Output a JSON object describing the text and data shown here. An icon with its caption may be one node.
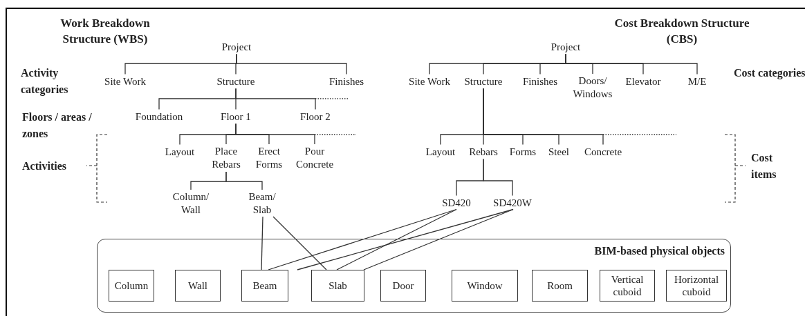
{
  "diagram": {
    "nodes": [
      {
        "text": [
          "Project"
        ]
      },
      {
        "text": [
          "Site Work"
        ]
      },
      {
        "text": [
          "Structure"
        ]
      },
      {
        "text": [
          "Finishes"
        ]
      },
      {
        "text": [
          "Foundation"
        ]
      },
      {
        "text": [
          "Floor 1"
        ]
      },
      {
        "text": [
          "Floor 2"
        ]
      },
      {
        "text": [
          "Layout"
        ]
      },
      {
        "text": [
          "Place Rebars"
        ]
      },
      {
        "text": [
          "Erect Forms"
        ]
      },
      {
        "text": [
          "Pour Concrete"
        ]
      },
      {
        "text": [
          "Column/ Wall"
        ]
      },
      {
        "text": [
          "Beam/ Slab"
        ]
      },
      {
        "text": [
          "Project"
        ]
      },
      {
        "text": [
          "Site Work"
        ]
      },
      {
        "text": [
          "Structure"
        ]
      },
      {
        "text": [
          "Finishes"
        ]
      },
      {
        "text": [
          "Doors/ Windows"
        ]
      },
      {
        "text": [
          "Elevator"
        ]
      },
      {
        "text": [
          "M/E"
        ]
      },
      {
        "text": [
          "Layout"
        ]
      },
      {
        "text": [
          "Rebars"
        ]
      },
      {
        "text": [
          "Forms"
        ]
      },
      {
        "text": [
          "Steel"
        ]
      },
      {
        "text": [
          "Concrete"
        ]
      },
      {
        "text": [
          "SD420"
        ]
      },
      {
        "text": [
          "SD420W"
        ]
      },
      {
        "text": [
          "BIM-based physical objects"
        ]
      },
      {
        "text": [
          "Column"
        ],
        "in": 27
      },
      {
        "text": [
          "Wall"
        ],
        "in": 27
      },
      {
        "text": [
          "Beam"
        ],
        "in": 27
      },
      {
        "text": [
          "Slab"
        ],
        "in": 27
      },
      {
        "text": [
          "Door"
        ],
        "in": 27
      },
      {
        "text": [
          "Window"
        ],
        "in": 27
      },
      {
        "text": [
          "Room"
        ],
        "in": 27
      },
      {
        "text": [
          "Vertical cuboid"
        ],
        "in": 27
      },
      {
        "text": [
          "Horizontal cuboid"
        ],
        "in": 27
      }
    ],
    "edges": [
      {
        "from": 0,
        "to": 1,
        "arrow": "none"
      },
      {
        "from": 0,
        "to": 2,
        "arrow": "none"
      },
      {
        "from": 0,
        "to": 3,
        "arrow": "none"
      },
      {
        "from": 2,
        "to": 4,
        "arrow": "none"
      },
      {
        "from": 2,
        "to": 5,
        "arrow": "none"
      },
      {
        "from": 2,
        "to": 6,
        "arrow": "none"
      },
      {
        "from": 5,
        "to": 7,
        "arrow": "none"
      },
      {
        "from": 5,
        "to": 8,
        "arrow": "none"
      },
      {
        "from": 5,
        "to": 9,
        "arrow": "none"
      },
      {
        "from": 5,
        "to": 10,
        "arrow": "none"
      },
      {
        "from": 8,
        "to": 11,
        "arrow": "none"
      },
      {
        "from": 8,
        "to": 12,
        "arrow": "none"
      },
      {
        "from": 13,
        "to": 14,
        "arrow": "none"
      },
      {
        "from": 13,
        "to": 15,
        "arrow": "none"
      },
      {
        "from": 13,
        "to": 16,
        "arrow": "none"
      },
      {
        "from": 13,
        "to": 17,
        "arrow": "none"
      },
      {
        "from": 13,
        "to": 18,
        "arrow": "none"
      },
      {
        "from": 13,
        "to": 19,
        "arrow": "none"
      },
      {
        "from": 15,
        "to": 20,
        "arrow": "none"
      },
      {
        "from": 15,
        "to": 21,
        "arrow": "none"
      },
      {
        "from": 15,
        "to": 22,
        "arrow": "none"
      },
      {
        "from": 15,
        "to": 23,
        "arrow": "none"
      },
      {
        "from": 15,
        "to": 24,
        "arrow": "none"
      },
      {
        "from": 21,
        "to": 25,
        "arrow": "none"
      },
      {
        "from": 21,
        "to": 26,
        "arrow": "none"
      },
      {
        "from": 12,
        "to": 30,
        "arrow": "none"
      },
      {
        "from": 12,
        "to": 31,
        "arrow": "none"
      },
      {
        "from": 25,
        "to": 30,
        "arrow": "none"
      },
      {
        "from": 25,
        "to": 31,
        "arrow": "none"
      },
      {
        "from": 26,
        "to": 30,
        "arrow": "none"
      },
      {
        "from": 26,
        "to": 31,
        "arrow": "none"
      }
    ],
    "labels": [
      "Work Breakdown Structure (WBS)",
      "Cost Breakdown Structure (CBS)",
      "Activity categories",
      "Cost categories",
      "Floors / areas / zones",
      "Activities",
      "Cost items"
    ]
  }
}
